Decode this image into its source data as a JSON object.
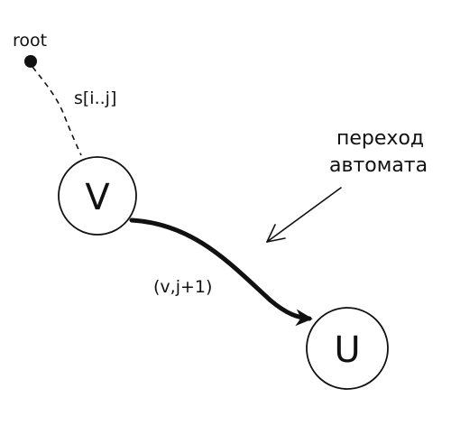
{
  "root": {
    "label": "root"
  },
  "path_label": "s[i..j]",
  "nodes": [
    {
      "id": "v",
      "label": "V"
    },
    {
      "id": "u",
      "label": "U"
    }
  ],
  "edge_label": "(v,j+1)",
  "annotation": {
    "line1": "переход",
    "line2": "автомата"
  },
  "colors": {
    "ink": "#111111",
    "background": "#ffffff"
  }
}
